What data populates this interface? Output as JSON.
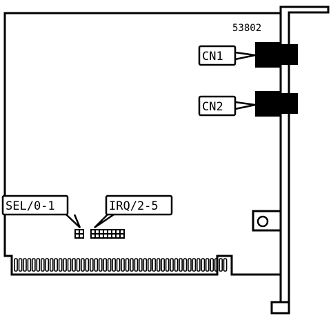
{
  "board": {
    "model_number": "53802",
    "connectors": [
      {
        "label": "CN1"
      },
      {
        "label": "CN2"
      }
    ],
    "jumpers": [
      {
        "label": "SEL/0-1"
      },
      {
        "label": "IRQ/2-5"
      }
    ],
    "edge_connector_pin_count": 48
  },
  "colors": {
    "line": "#000000",
    "background": "#ffffff"
  }
}
